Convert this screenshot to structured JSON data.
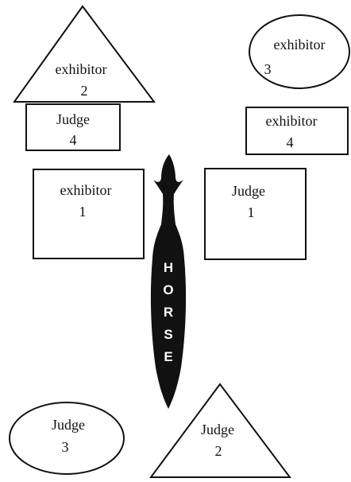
{
  "colors": {
    "line": "#111111",
    "horse_fill": "#111111",
    "horse_text": "#ffffff",
    "background": "#ffffff"
  },
  "shapes": {
    "exhibitor_2": {
      "shape": "triangle",
      "line1": "exhibitor",
      "line2": "2"
    },
    "judge_4": {
      "shape": "rectangle",
      "line1": "Judge",
      "line2": "4"
    },
    "exhibitor_3": {
      "shape": "ellipse",
      "line1": "exhibitor",
      "line2": "3"
    },
    "exhibitor_4": {
      "shape": "rectangle",
      "line1": "exhibitor",
      "line2": "4"
    },
    "exhibitor_1": {
      "shape": "square",
      "line1": "exhibitor",
      "line2": "1"
    },
    "judge_1": {
      "shape": "square",
      "line1": "Judge",
      "line2": "1"
    },
    "judge_3": {
      "shape": "ellipse",
      "line1": "Judge",
      "line2": "3"
    },
    "judge_2": {
      "shape": "triangle",
      "line1": "Judge",
      "line2": "2"
    }
  },
  "horse": {
    "letters": [
      "H",
      "O",
      "R",
      "S",
      "E"
    ]
  }
}
